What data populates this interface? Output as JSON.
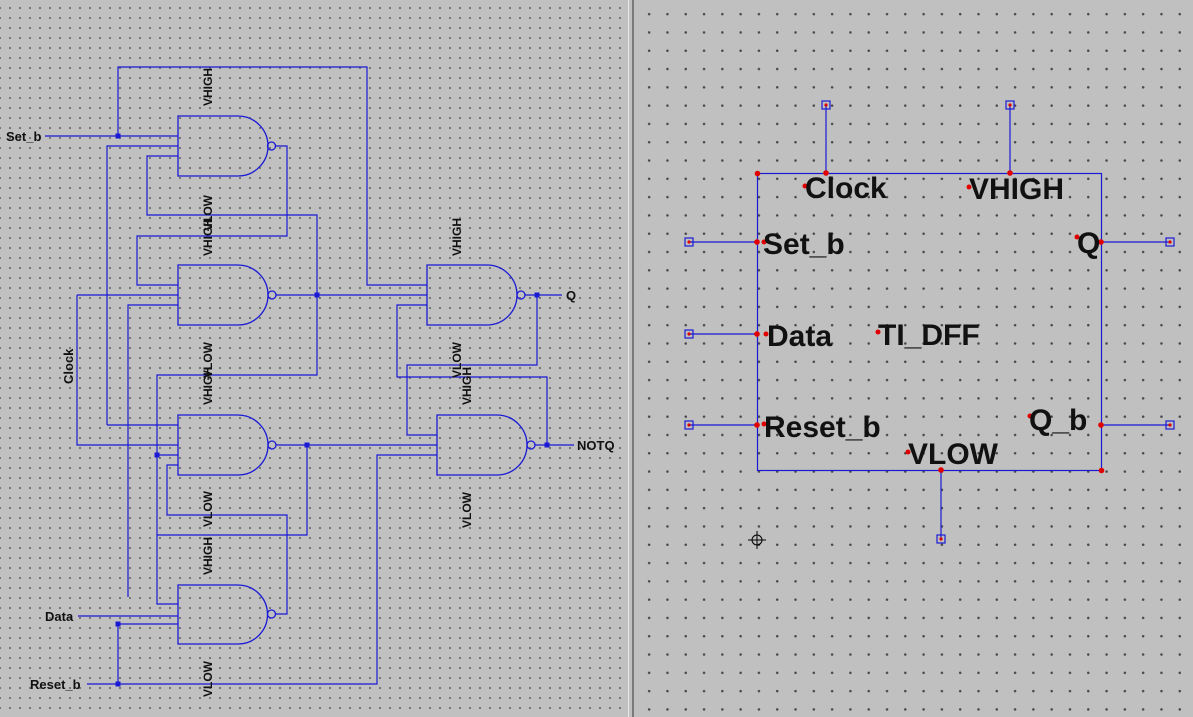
{
  "schematic": {
    "inputs": [
      "Set_b",
      "Clock",
      "Data",
      "Reset_b"
    ],
    "outputs": [
      "Q",
      "NOTQ"
    ],
    "supply_high": "VHIGH",
    "supply_low": "VLOW"
  },
  "symbol": {
    "name": "TI_DFF",
    "pins": {
      "clock": "Clock",
      "vhigh": "VHIGH",
      "set": "Set_b",
      "q": "Q",
      "data": "Data",
      "reset": "Reset_b",
      "qb": "Q_b",
      "vlow": "VLOW"
    }
  }
}
